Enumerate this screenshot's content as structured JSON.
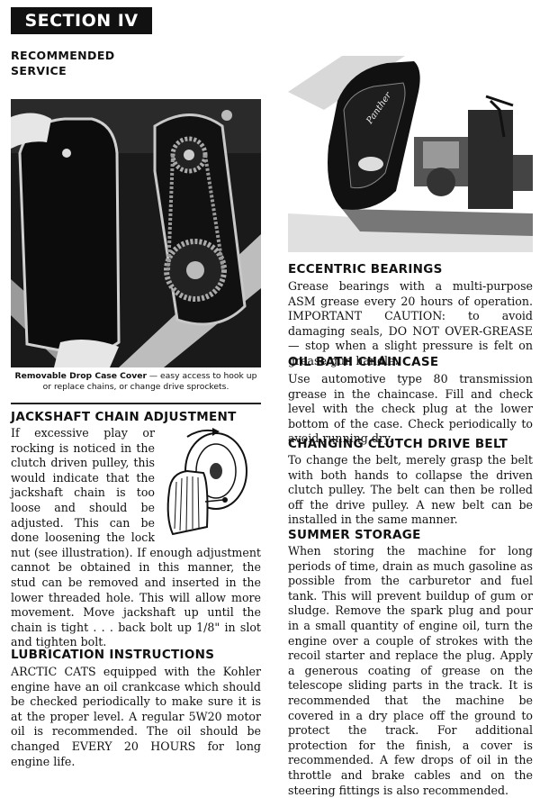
{
  "section": "SECTION IV",
  "intro": {
    "line1": "RECOMMENDED",
    "line2": "SERVICE"
  },
  "photo_caption": {
    "bold": "Removable Drop Case Cover",
    "rest": " — easy access to hook up or replace chains, or change drive sprockets."
  },
  "photo2": {
    "logo_text": "Panther"
  },
  "jackshaft": {
    "heading": "JACKSHAFT CHAIN ADJUSTMENT",
    "body": "If excessive play or rocking is noticed in the clutch driven pulley, this would indicate that the jackshaft chain is too loose and should be adjusted. This can be done loosening the lock nut (see illustration). If enough adjustment cannot be obtained in this manner, the stud can be removed and inserted in the lower threaded hole. This will allow more movement. Move jackshaft up until the chain is tight . . . back bolt up 1/8\" in slot and tighten bolt."
  },
  "lubrication": {
    "heading": "LUBRICATION INSTRUCTIONS",
    "body": "ARCTIC CATS equipped with the Kohler engine have an oil crankcase which should be checked periodically to make sure it is at the proper level. A regular 5W20 motor oil is recommended. The oil should be changed EVERY 20 HOURS for long engine life."
  },
  "eccentric": {
    "heading": "ECCENTRIC BEARINGS",
    "body": "Grease bearings with a multi-purpose ASM grease every 20 hours of operation. IMPORTANT CAUTION: to avoid damaging seals, DO NOT OVER-GREASE — stop when a slight pressure is felt on grease gun handle."
  },
  "oilbath": {
    "heading": "OIL BATH CHAINCASE",
    "body": "Use automotive type 80 transmission grease in the chaincase. Fill and check level with the check plug at the lower bottom of the case. Check periodically to avoid running dry."
  },
  "clutchbelt": {
    "heading": "CHANGING CLUTCH DRIVE BELT",
    "body": "To change the belt, merely grasp the belt with both hands to collapse the driven clutch pulley. The belt can then be rolled off the drive pulley. A new belt can be installed in the same manner."
  },
  "summer": {
    "heading": "SUMMER STORAGE",
    "body": "When storing the machine for long periods of time, drain as much gasoline as possible from the carburetor and fuel tank. This will prevent buildup of gum or sludge. Remove the spark plug and pour in a small quantity of engine oil, turn the engine over a couple of strokes with the recoil starter and replace the plug. Apply a generous coating of grease on the telescope sliding parts in the track. It is recommended that the machine be covered in a dry place off the ground to protect the track. For additional protection for the finish, a cover is recommended. A few drops of oil in the throttle and brake cables and on the steering fittings is also recommended."
  }
}
